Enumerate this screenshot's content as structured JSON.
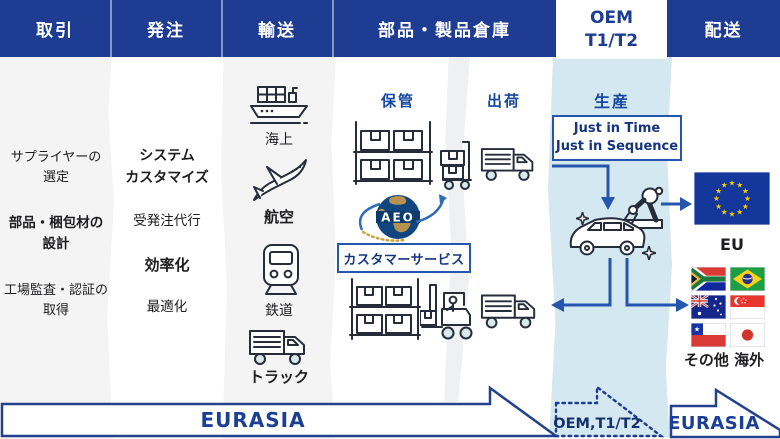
{
  "header": {
    "trade": "取引",
    "order": "発注",
    "transport": "輸送",
    "warehouse": "部品・製品倉庫",
    "oem_line1": "OEM",
    "oem_line2": "T1/T2",
    "delivery": "配送"
  },
  "trade_col": {
    "item1": "サプライヤーの\n選定",
    "item2": "部品・梱包材の\n設計",
    "item3": "工場監査・認証の\n取得"
  },
  "order_col": {
    "item1": "システム\nカスタマイズ",
    "item2": "受発注代行",
    "item3": "効率化",
    "item4": "最適化"
  },
  "transport_col": {
    "sea": "海上",
    "air": "航空",
    "rail": "鉄道",
    "truck": "トラック"
  },
  "warehouse_col": {
    "storage": "保管",
    "shipping": "出荷",
    "aeo": "AEO",
    "customer_service": "カスタマーサービス"
  },
  "oem_col": {
    "production": "生産",
    "jit_line1": "Just in Time",
    "jit_line2": "Just in Sequence"
  },
  "delivery_col": {
    "eu_label": "EU",
    "others_label": "その他 海外",
    "flags": [
      "south-africa",
      "brazil",
      "australia",
      "singapore",
      "chile",
      "japan"
    ]
  },
  "footer": {
    "eurasia_left": "EURASIA",
    "oem_segment": "OEM,T1/T2",
    "eurasia_right": "EURASIA"
  },
  "colors": {
    "header_navy": "#1d3c92",
    "label_blue": "#17489e",
    "arrow_blue": "#2456ae",
    "light_blue": "#d3e8f0",
    "column_gray": "#f4f4f5",
    "box_text_navy": "#16357c"
  }
}
